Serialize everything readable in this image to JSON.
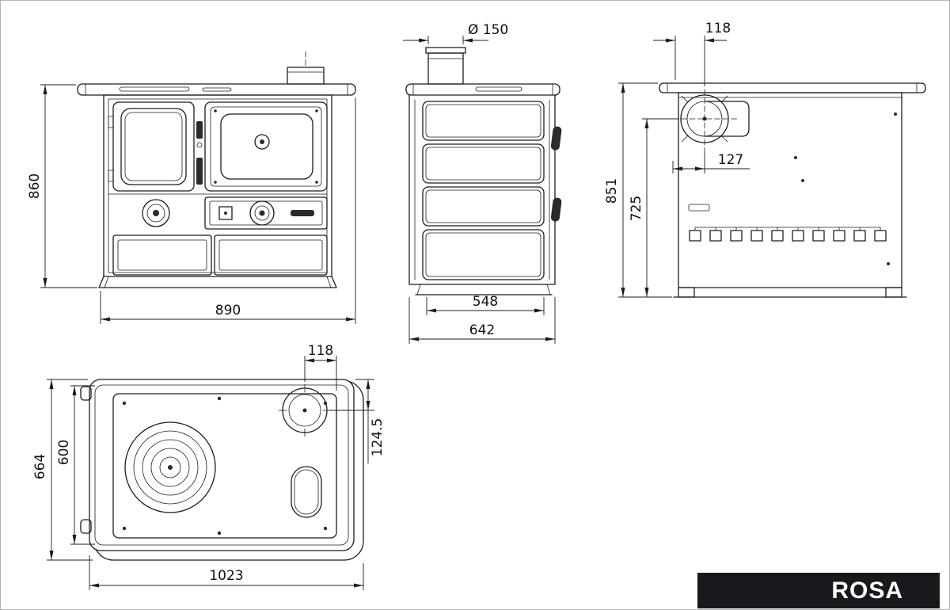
{
  "product": {
    "name": "ROSA"
  },
  "drawing": {
    "front": {
      "dim_height": "860",
      "dim_width": "890"
    },
    "side": {
      "dim_flue_diameter": "Ø 150",
      "dim_depth_body": "548",
      "dim_depth_total": "642"
    },
    "rear": {
      "dim_flue_offset_side": "118",
      "dim_flue_offset_center": "127",
      "dim_height_total": "851",
      "dim_flue_height": "725"
    },
    "top": {
      "dim_flue_offset_side": "118",
      "dim_depth_total": "664",
      "dim_depth_body": "600",
      "dim_flue_offset_back": "124.5",
      "dim_width_total": "1023"
    }
  }
}
